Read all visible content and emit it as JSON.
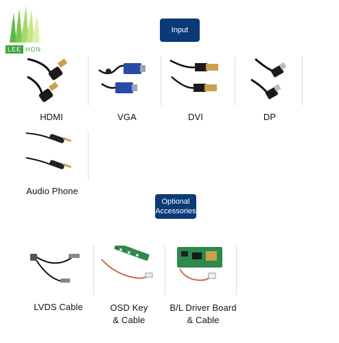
{
  "brand": {
    "logo_left": "LEE",
    "logo_right": "HON",
    "green": "#3da63d",
    "light_green": "#9fd26b"
  },
  "badges": {
    "input": "Input",
    "optional_line1": "Optional",
    "optional_line2": "Accessories",
    "color": "#0a3a78"
  },
  "products": [
    {
      "label": "HDMI",
      "icon": "hdmi-cable-icon"
    },
    {
      "label": "VGA",
      "icon": "vga-cable-icon"
    },
    {
      "label": "DVI",
      "icon": "dvi-cable-icon"
    },
    {
      "label": "DP",
      "icon": "displayport-cable-icon"
    },
    {
      "label": "Audio Phone",
      "icon": "audio-cable-icon"
    }
  ],
  "accessories": [
    {
      "line1": "LVDS Cable",
      "line2": "",
      "icon": "lvds-cable-icon"
    },
    {
      "line1": "OSD Key",
      "line2": "& Cable",
      "icon": "osd-key-board-icon"
    },
    {
      "line1": "B/L Driver Board",
      "line2": "& Cable",
      "icon": "driver-board-icon"
    }
  ]
}
